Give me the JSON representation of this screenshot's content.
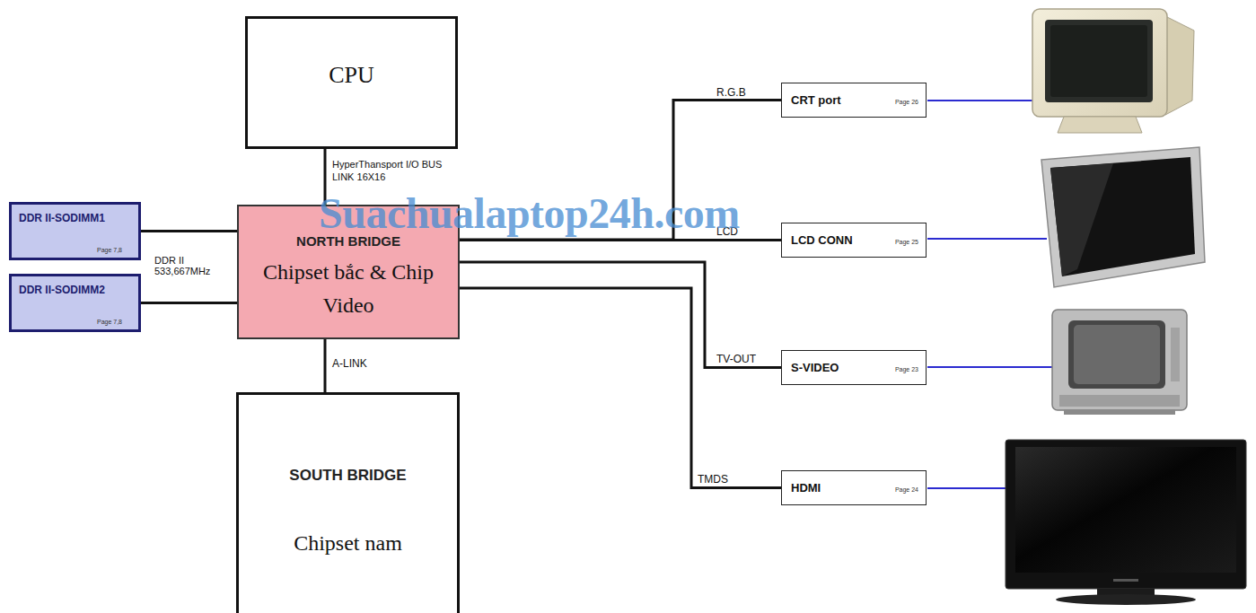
{
  "diagram": {
    "nodes": [
      {
        "text": [
          "CPU"
        ]
      },
      {
        "text": [
          "DDR II-SODIMM1",
          "Page 7,8"
        ]
      },
      {
        "text": [
          "DDR II-SODIMM2",
          "Page 7,8"
        ]
      },
      {
        "text": [
          "NORTH BRIDGE",
          "Chipset bắc & Chip Video"
        ]
      },
      {
        "text": [
          "CRT port",
          "Page 26"
        ]
      },
      {
        "text": [
          "LCD CONN",
          "Page 25"
        ]
      },
      {
        "text": [
          "S-VIDEO",
          "Page 23"
        ]
      },
      {
        "text": [
          "HDMI",
          "Page 24"
        ]
      },
      {
        "text": [
          "SOUTH BRIDGE",
          "Chipset nam"
        ]
      }
    ],
    "edges": [
      {
        "from": 0,
        "to": 3,
        "arrow": "none",
        "label": "HyperThansport I/O BUS LINK 16X16"
      },
      {
        "from": 1,
        "to": 3,
        "arrow": "none"
      },
      {
        "from": 2,
        "to": 3,
        "arrow": "none"
      },
      {
        "from": 3,
        "to": 8,
        "arrow": "none",
        "label": "A-LINK"
      },
      {
        "from": 3,
        "to": 4,
        "arrow": "none",
        "label": "R.G.B"
      },
      {
        "from": 3,
        "to": 5,
        "arrow": "none",
        "label": "LCD"
      },
      {
        "from": 3,
        "to": 6,
        "arrow": "none",
        "label": "TV-OUT"
      },
      {
        "from": 3,
        "to": 7,
        "arrow": "none",
        "label": "TMDS"
      }
    ],
    "labels": [
      "DDR II 533,667MHz",
      "Suachualaptop24h.com"
    ]
  }
}
